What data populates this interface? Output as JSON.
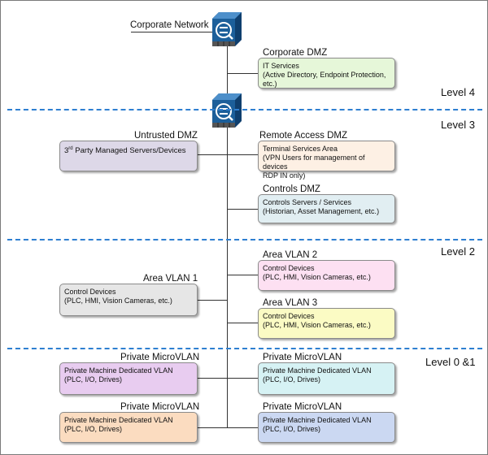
{
  "corporate_network": {
    "label": "Corporate Network"
  },
  "levels": {
    "level4": "Level 4",
    "level3": "Level 3",
    "level2": "Level 2",
    "level01": "Level 0 &1"
  },
  "zones": {
    "corporate_dmz": {
      "header": "Corporate DMZ",
      "text": "IT Services\n(Active Directory, Endpoint Protection,\netc.)",
      "fill": "#e6f7d9"
    },
    "untrusted_dmz": {
      "header": "Untrusted DMZ",
      "superscript": "rd",
      "text_prefix": "3",
      "text_suffix": " Party Managed Servers/Devices",
      "fill": "#ddd8e8"
    },
    "remote_access_dmz": {
      "header": "Remote Access DMZ",
      "text": "Terminal Services Area\n(VPN Users for management of devices\nRDP IN only)",
      "fill": "#fdf0e4"
    },
    "controls_dmz": {
      "header": "Controls DMZ",
      "text": "Controls Servers / Services\n(Historian, Asset Management, etc.)",
      "fill": "#e1eef2"
    },
    "area_vlan_2": {
      "header": "Area VLAN 2",
      "text": "Control Devices\n(PLC, HMI, Vision Cameras, etc.)",
      "fill": "#fde0f2"
    },
    "area_vlan_1": {
      "header": "Area VLAN 1",
      "text": "Control Devices\n(PLC, HMI, Vision Cameras, etc.)",
      "fill": "#e6e6e6"
    },
    "area_vlan_3": {
      "header": "Area VLAN 3",
      "text": "Control Devices\n(PLC, HMI, Vision Cameras, etc.)",
      "fill": "#fbfbc4"
    },
    "micro_left_1": {
      "header": "Private MicroVLAN",
      "text": "Private Machine Dedicated VLAN\n(PLC, I/O, Drives)",
      "fill": "#e8ccf0"
    },
    "micro_right_1": {
      "header": "Private MicroVLAN",
      "text": "Private Machine Dedicated VLAN\n(PLC, I/O, Drives)",
      "fill": "#d6f2f4"
    },
    "micro_left_2": {
      "header": "Private MicroVLAN",
      "text": "Private Machine Dedicated VLAN\n(PLC, I/O, Drives)",
      "fill": "#fbdcc0"
    },
    "micro_right_2": {
      "header": "Private MicroVLAN",
      "text": "Private Machine Dedicated VLAN\n(PLC, I/O, Drives)",
      "fill": "#cbd8f2"
    }
  },
  "icons": {
    "firewall_top": "firewall-icon",
    "firewall_second": "firewall-icon"
  },
  "colors": {
    "level_divider": "#2e7fd1",
    "firewall_body": "#1c5f9a"
  }
}
